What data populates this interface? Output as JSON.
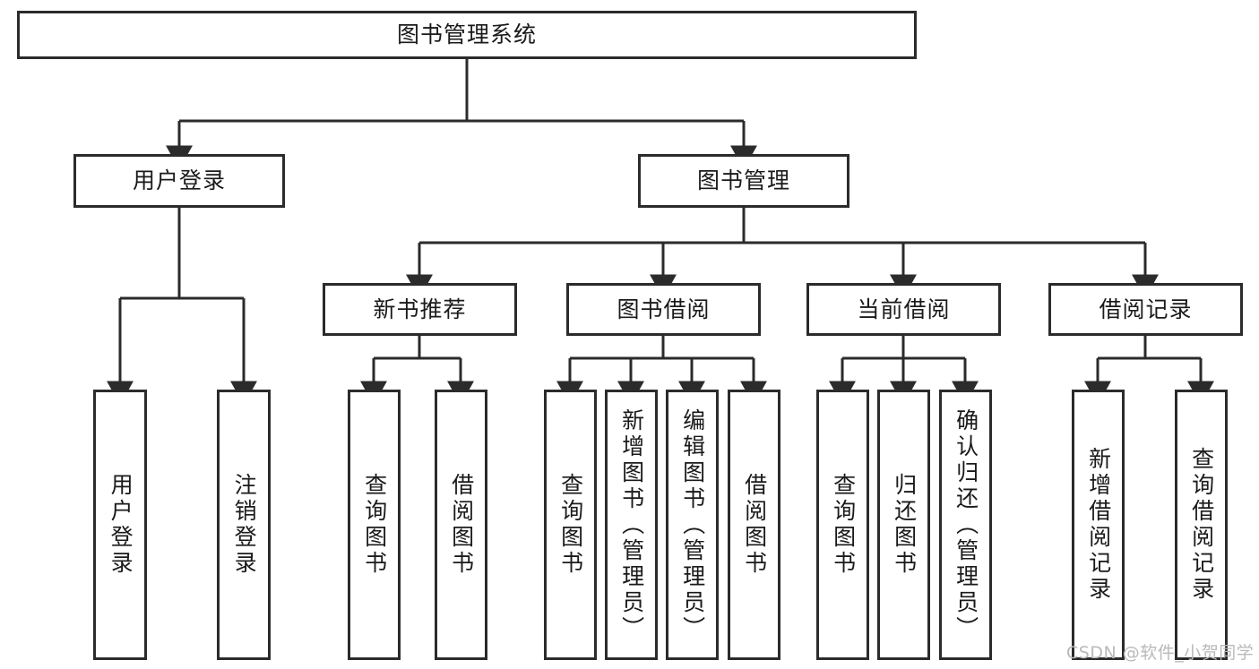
{
  "diagram": {
    "title": "图书管理系统",
    "type": "hierarchy-tree",
    "line_color": "#2b2b2b",
    "box_fill": "#ffffff",
    "text_color": "#1a1a1a",
    "root": {
      "label": "图书管理系统"
    },
    "level2": [
      {
        "label": "用户登录"
      },
      {
        "label": "图书管理"
      }
    ],
    "level3": [
      {
        "label": "新书推荐"
      },
      {
        "label": "图书借阅"
      },
      {
        "label": "当前借阅"
      },
      {
        "label": "借阅记录"
      }
    ],
    "leaves": {
      "user_login": [
        {
          "label": "用户登录"
        },
        {
          "label": "注销登录"
        }
      ],
      "new_book_recommend": [
        {
          "label": "查询图书"
        },
        {
          "label": "借阅图书"
        }
      ],
      "book_borrow": [
        {
          "label": "查询图书"
        },
        {
          "label": "新增图书（管理员）"
        },
        {
          "label": "编辑图书（管理员）"
        },
        {
          "label": "借阅图书"
        }
      ],
      "current_borrow": [
        {
          "label": "查询图书"
        },
        {
          "label": "归还图书"
        },
        {
          "label": "确认归还（管理员）"
        }
      ],
      "borrow_record": [
        {
          "label": "新增借阅记录"
        },
        {
          "label": "查询借阅记录"
        }
      ]
    },
    "watermark": "CSDN @软件_小贺同学"
  }
}
